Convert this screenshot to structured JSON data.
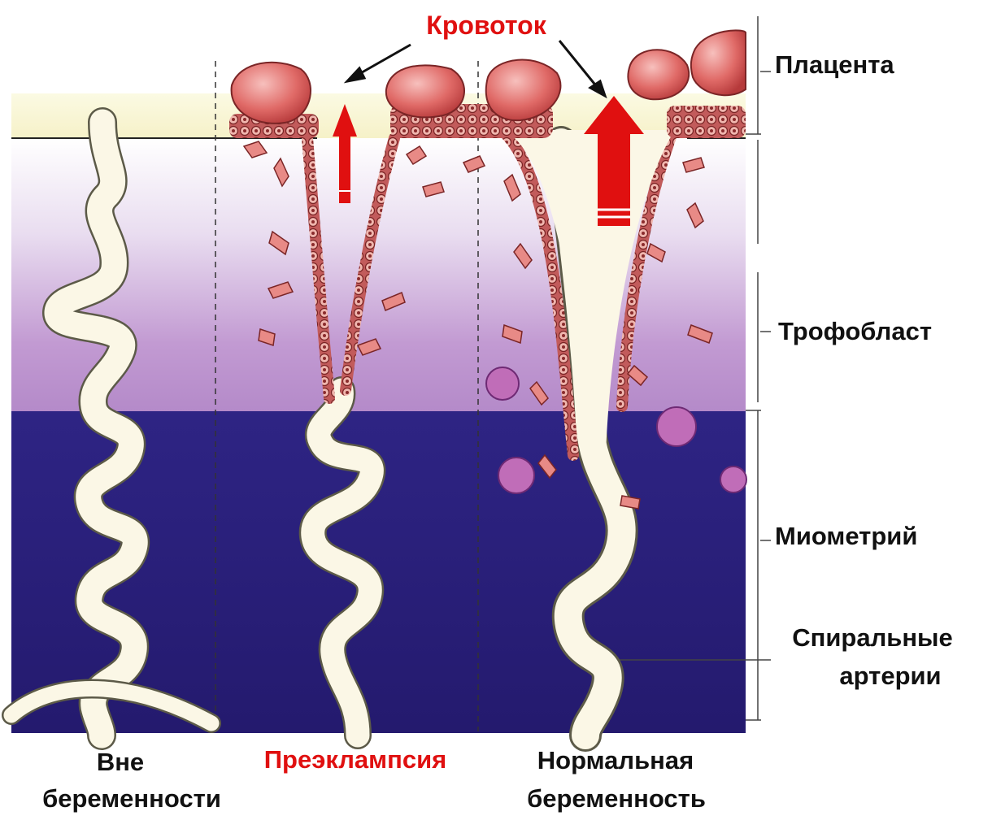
{
  "title": "Кровоток",
  "layers": {
    "placenta": "Плацента",
    "trophoblast": "Трофобласт",
    "myometrium": "Миометрий",
    "spiral_arteries_line1": "Спиральные",
    "spiral_arteries_line2": "артерии"
  },
  "columns": {
    "non_pregnant_line1": "Вне",
    "non_pregnant_line2": "беременности",
    "preeclampsia": "Преэклампсия",
    "normal_line1": "Нормальная",
    "normal_line2": "беременность"
  },
  "colors": {
    "accent_red": "#e01010",
    "label_black": "#111111",
    "myometrium_blue": "#2a1f7d",
    "decidua_violet": "#b58ac8",
    "placenta_pink": "#d9585a",
    "vessel_white": "#fbf7e6"
  }
}
